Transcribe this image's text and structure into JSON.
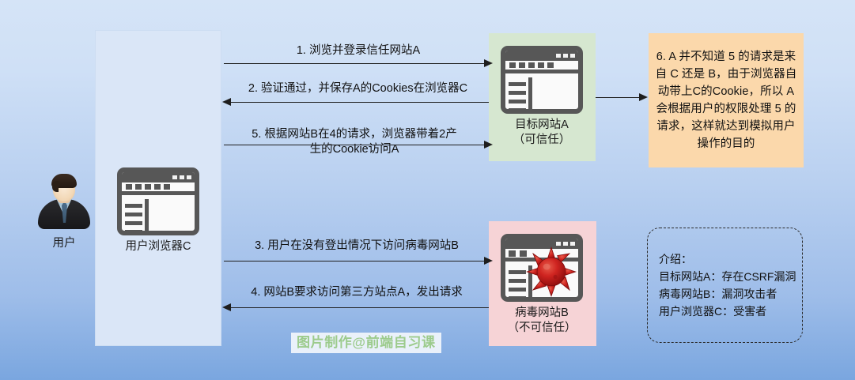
{
  "diagram": {
    "title": "CSRF attack flow diagram",
    "background_gradient": [
      "#d5e4f7",
      "#7aa6df"
    ],
    "watermark": "图片制作@前端自习课"
  },
  "actors": {
    "user": {
      "caption": "用户",
      "icon": "user-avatar-icon"
    },
    "browser_c": {
      "caption": "用户浏览器C",
      "icon": "browser-window-icon"
    },
    "site_a": {
      "caption": "目标网站A\n（可信任）",
      "icon": "browser-window-icon",
      "panel_color": "#d6e7d0"
    },
    "site_b": {
      "caption": "病毒网站B\n（不可信任）",
      "icon": "browser-window-virus-icon",
      "panel_color": "#f6d3d6"
    }
  },
  "steps": [
    {
      "id": "step-1",
      "label": "1. 浏览并登录信任网站A",
      "direction": "right"
    },
    {
      "id": "step-2",
      "label": "2. 验证通过，并保存A的Cookies在浏览器C",
      "direction": "left"
    },
    {
      "id": "step-5",
      "label": "5. 根据网站B在4的请求，浏览器带着2产\n生的Cookie访问A",
      "direction": "right"
    },
    {
      "id": "step-3",
      "label": "3. 用户在没有登出情况下访问病毒网站B",
      "direction": "right"
    },
    {
      "id": "step-4",
      "label": "4. 网站B要求访问第三方站点A，发出请求",
      "direction": "left"
    }
  ],
  "note": {
    "text": "6. A 并不知道 5 的请求是来自 C 还是 B，由于浏览器自动带上C的Cookie，所以 A 会根据用户的权限处理 5 的请求，这样就达到模拟用户操作的目的",
    "panel_color": "#fbd8ab"
  },
  "legend": {
    "lines": [
      "介绍：",
      "目标网站A：存在CSRF漏洞",
      "病毒网站B：漏洞攻击者",
      "用户浏览器C：受害者"
    ]
  }
}
